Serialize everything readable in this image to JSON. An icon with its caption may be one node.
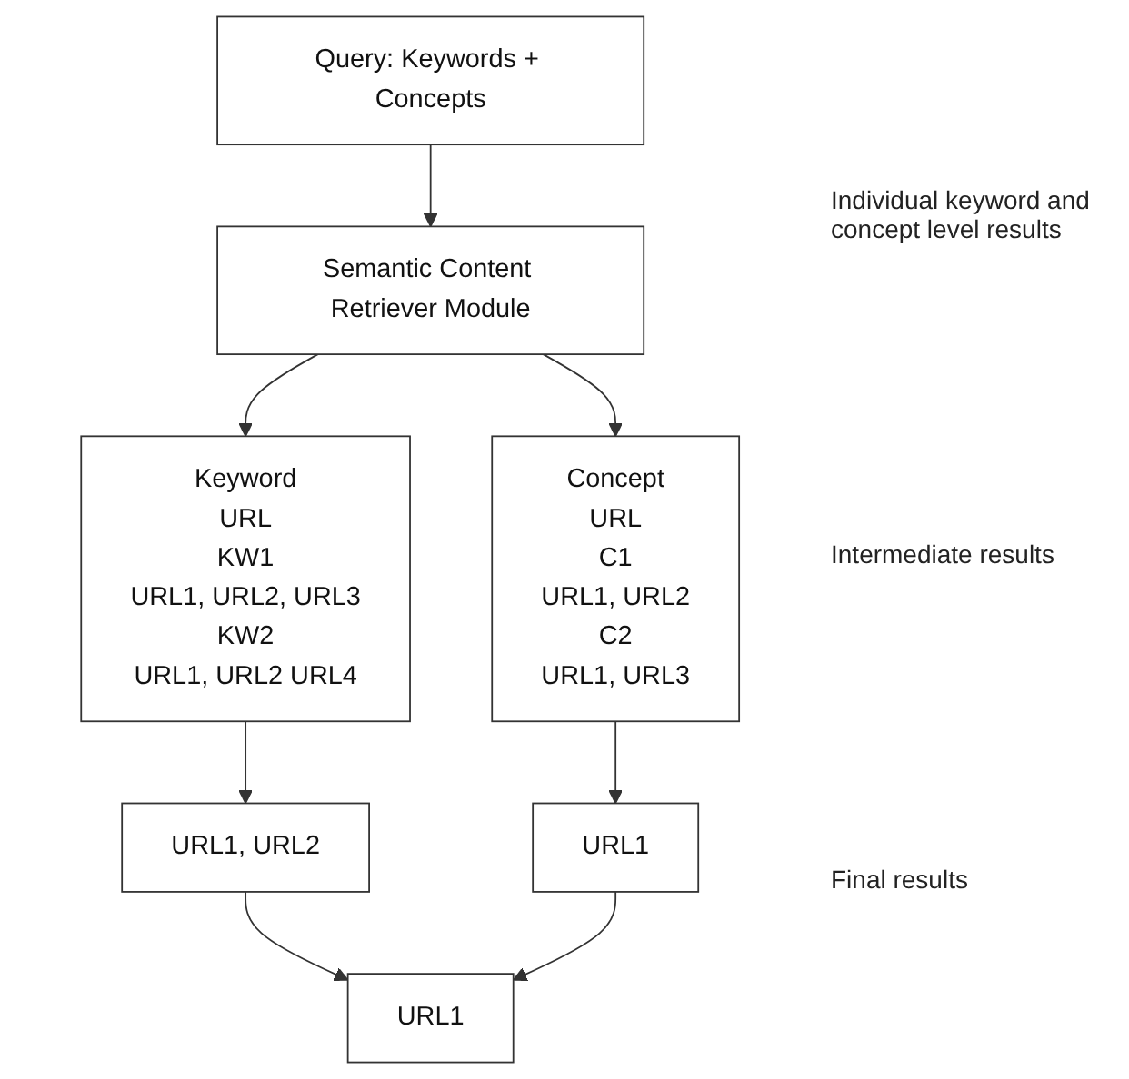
{
  "diagram": {
    "nodes": [
      {
        "text": [
          "Query: Keywords + Concepts"
        ]
      },
      {
        "text": [
          "Semantic Content Retriever Module"
        ]
      },
      {
        "text": [
          "Keyword",
          "URL",
          "KW1",
          "URL1, URL2, URL3",
          "KW2",
          "URL1, URL2 URL4"
        ]
      },
      {
        "text": [
          "Concept",
          "URL",
          "C1",
          "URL1, URL2",
          "C2",
          "URL1, URL3"
        ]
      },
      {
        "text": [
          "URL1, URL2"
        ]
      },
      {
        "text": [
          "URL1"
        ]
      },
      {
        "text": [
          "URL1"
        ]
      }
    ],
    "edges": [
      {
        "from": 0,
        "to": 1,
        "arrow": "to"
      },
      {
        "from": 1,
        "to": 2,
        "arrow": "to"
      },
      {
        "from": 1,
        "to": 3,
        "arrow": "to"
      },
      {
        "from": 2,
        "to": 4,
        "arrow": "to"
      },
      {
        "from": 3,
        "to": 5,
        "arrow": "to"
      },
      {
        "from": 4,
        "to": 6,
        "arrow": "to"
      },
      {
        "from": 5,
        "to": 6,
        "arrow": "to"
      }
    ],
    "labels": [
      "Individual keyword and concept level results",
      "Intermediate results",
      "Final results"
    ]
  }
}
